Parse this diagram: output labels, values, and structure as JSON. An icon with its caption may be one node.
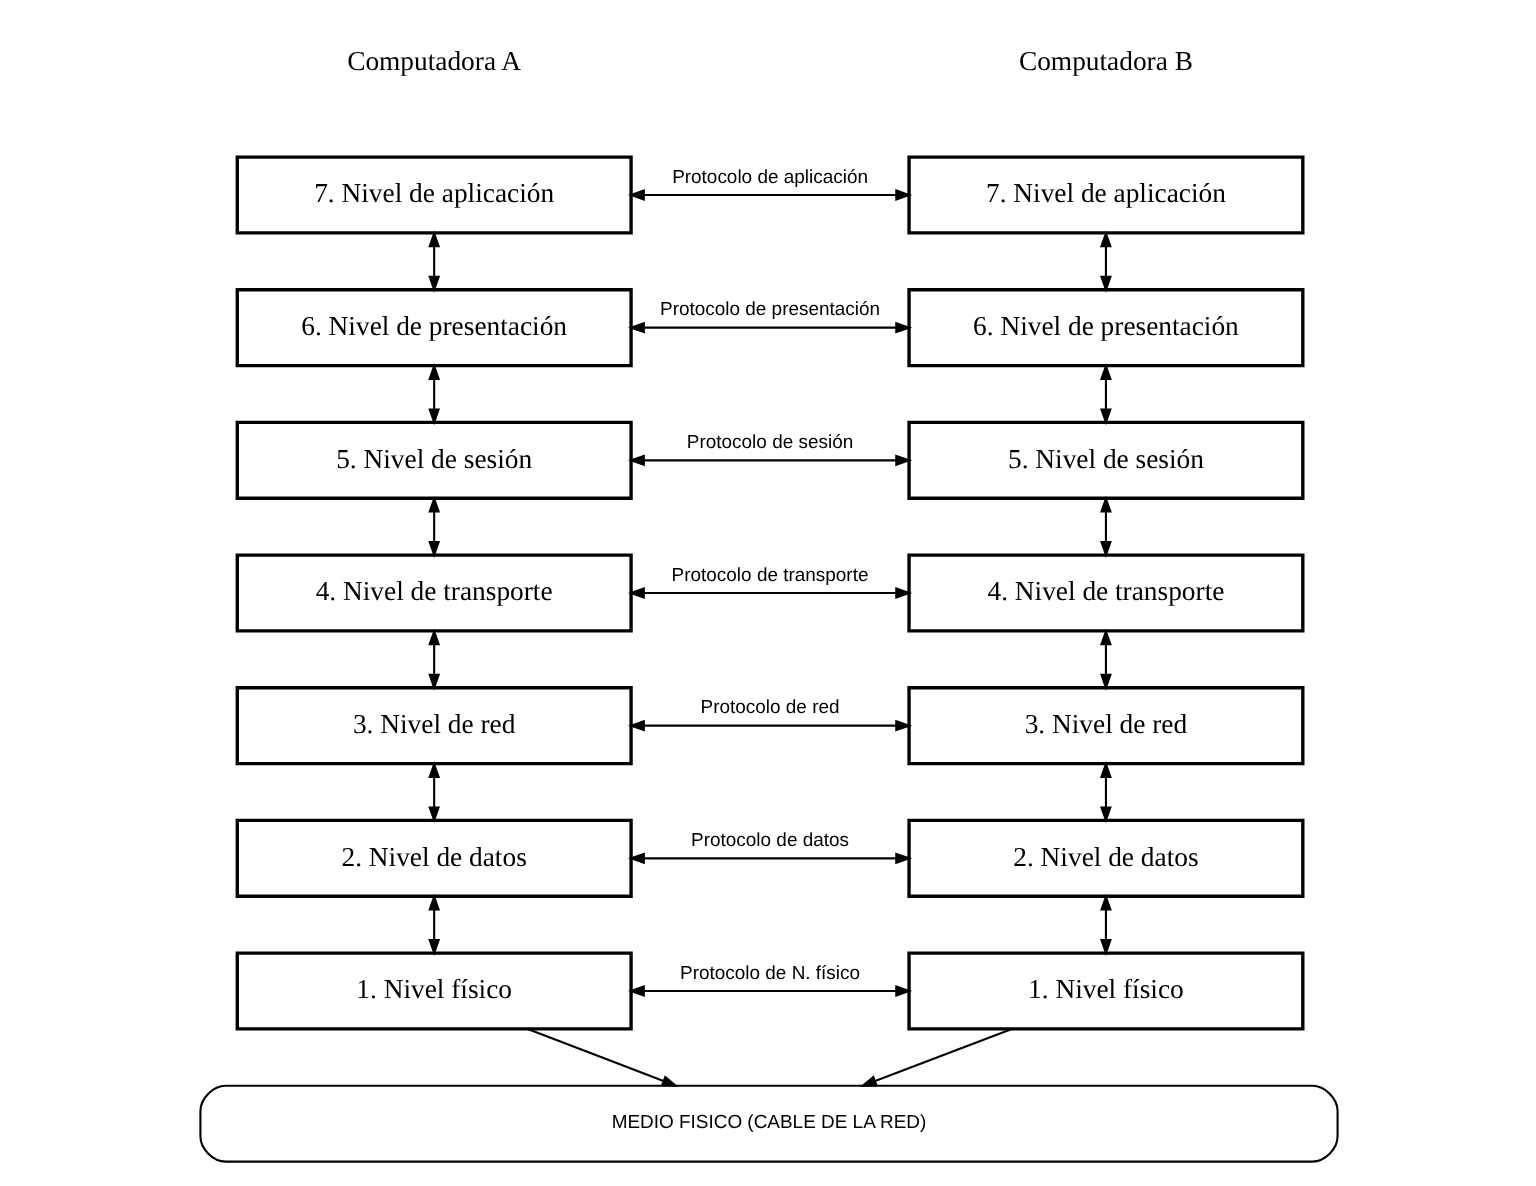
{
  "diagram": {
    "nodes": [
      {
        "text": [
          "7. Nivel de aplicación"
        ]
      },
      {
        "text": [
          "6. Nivel de presentación"
        ]
      },
      {
        "text": [
          "5. Nivel de sesión"
        ]
      },
      {
        "text": [
          "4. Nivel de transporte"
        ]
      },
      {
        "text": [
          "3. Nivel de red"
        ]
      },
      {
        "text": [
          "2. Nivel de datos"
        ]
      },
      {
        "text": [
          "1. Nivel físico"
        ]
      },
      {
        "text": [
          "7. Nivel de aplicación"
        ]
      },
      {
        "text": [
          "6. Nivel de presentación"
        ]
      },
      {
        "text": [
          "5. Nivel de sesión"
        ]
      },
      {
        "text": [
          "4. Nivel de transporte"
        ]
      },
      {
        "text": [
          "3. Nivel de red"
        ]
      },
      {
        "text": [
          "2. Nivel de datos"
        ]
      },
      {
        "text": [
          "1. Nivel físico"
        ]
      },
      {
        "text": [
          "MEDIO FISICO (CABLE DE LA RED)"
        ]
      }
    ],
    "edges": [
      {
        "from": 0,
        "to": 1,
        "arrow": "both"
      },
      {
        "from": 1,
        "to": 2,
        "arrow": "both"
      },
      {
        "from": 2,
        "to": 3,
        "arrow": "both"
      },
      {
        "from": 3,
        "to": 4,
        "arrow": "both"
      },
      {
        "from": 4,
        "to": 5,
        "arrow": "both"
      },
      {
        "from": 5,
        "to": 6,
        "arrow": "both"
      },
      {
        "from": 7,
        "to": 8,
        "arrow": "both"
      },
      {
        "from": 8,
        "to": 9,
        "arrow": "both"
      },
      {
        "from": 9,
        "to": 10,
        "arrow": "both"
      },
      {
        "from": 10,
        "to": 11,
        "arrow": "both"
      },
      {
        "from": 11,
        "to": 12,
        "arrow": "both"
      },
      {
        "from": 12,
        "to": 13,
        "arrow": "both"
      },
      {
        "from": 0,
        "to": 7,
        "arrow": "both",
        "label": "Protocolo de aplicación"
      },
      {
        "from": 1,
        "to": 8,
        "arrow": "both",
        "label": "Protocolo de presentación"
      },
      {
        "from": 2,
        "to": 9,
        "arrow": "both",
        "label": "Protocolo de sesión"
      },
      {
        "from": 3,
        "to": 10,
        "arrow": "both",
        "label": "Protocolo de transporte"
      },
      {
        "from": 4,
        "to": 11,
        "arrow": "both",
        "label": "Protocolo de red"
      },
      {
        "from": 5,
        "to": 12,
        "arrow": "both",
        "label": "Protocolo de datos"
      },
      {
        "from": 6,
        "to": 13,
        "arrow": "both",
        "label": "Protocolo de N. físico"
      },
      {
        "from": 6,
        "to": 14,
        "arrow": "to"
      },
      {
        "from": 13,
        "to": 14,
        "arrow": "to"
      }
    ],
    "labels": [
      "Computadora A",
      "Computadora B"
    ]
  }
}
